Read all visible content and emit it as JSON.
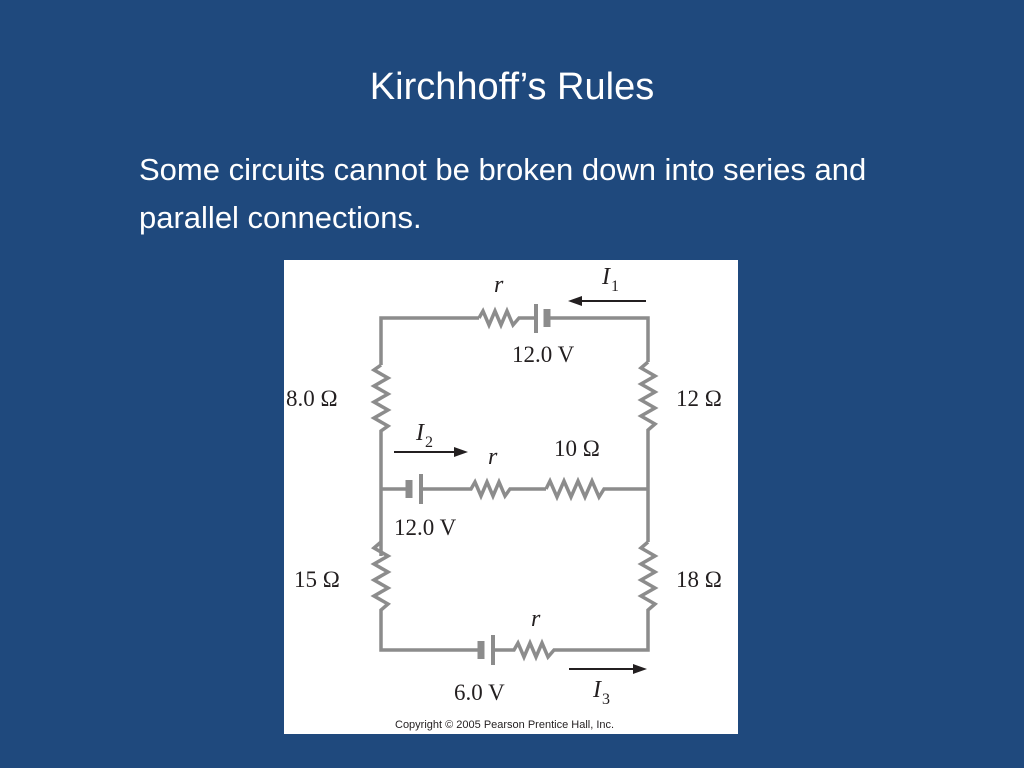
{
  "slide": {
    "title": "Kirchhoff’s Rules",
    "body": "Some circuits cannot be broken down into series and parallel connections."
  },
  "figure": {
    "top_branch": {
      "resistor_label": "r",
      "emf_label": "12.0 V",
      "current_symbol": "I",
      "current_subscript": "1"
    },
    "left_upper_resistor": "8.0 Ω",
    "right_upper_resistor": "12 Ω",
    "middle_branch": {
      "current_symbol": "I",
      "current_subscript": "2",
      "resistor_r_label": "r",
      "resistor_label": "10 Ω",
      "emf_label": "12.0 V"
    },
    "left_lower_resistor": "15 Ω",
    "right_lower_resistor": "18 Ω",
    "bottom_branch": {
      "resistor_label": "r",
      "emf_label": "6.0 V",
      "current_symbol": "I",
      "current_subscript": "3"
    },
    "copyright": "Copyright © 2005 Pearson Prentice Hall, Inc."
  },
  "colors": {
    "background": "#1f497d",
    "text": "#ffffff",
    "wire": "#8c8c8c"
  }
}
